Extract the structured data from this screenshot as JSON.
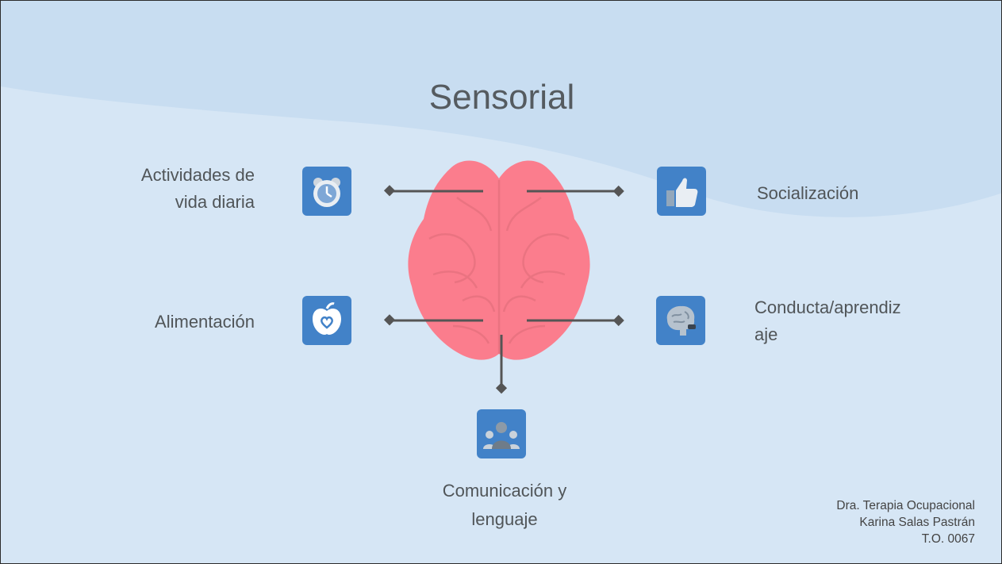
{
  "slide": {
    "title": "Sensorial",
    "items": {
      "daily_living": {
        "line1": "Actividades de",
        "line2": "vida diaria",
        "icon": "alarm-clock-icon"
      },
      "feeding": {
        "label": "Alimentación",
        "icon": "apple-heart-icon"
      },
      "socialization": {
        "label": "Socialización",
        "icon": "thumbs-up-icon"
      },
      "behavior": {
        "line1": "Conducta/aprendiz",
        "line2": "aje",
        "icon": "brain-icon"
      },
      "communication": {
        "line1": "Comunicación y",
        "line2": "lenguaje",
        "icon": "group-people-icon"
      }
    },
    "credit": {
      "line1": "Dra. Terapia Ocupacional",
      "line2": "Karina Salas Pastrán",
      "line3": "T.O. 0067"
    },
    "colors": {
      "background": "#d6e6f5",
      "wave": "#c8ddf1",
      "brain": "#fb7d8d",
      "icon_tile": "#4282c8",
      "connector": "#555555",
      "text": "#505558"
    }
  }
}
